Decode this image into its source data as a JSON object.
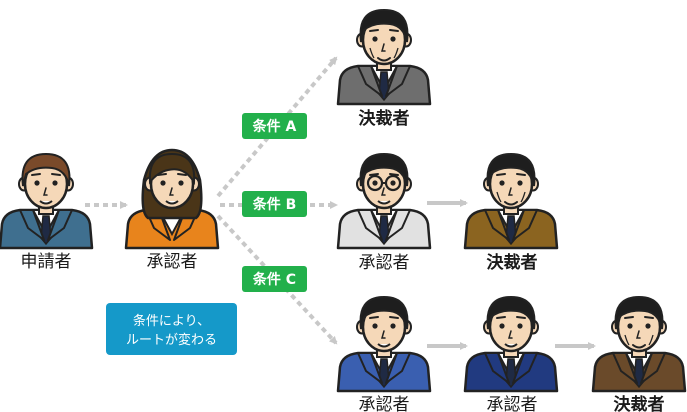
{
  "people": {
    "applicant": {
      "label": "申請者",
      "suit": "#3f6f8f",
      "hair": "#7a4a2a"
    },
    "approver1": {
      "label": "承認者",
      "suit": "#e8841c",
      "hair": "#4a3518"
    },
    "top_decider": {
      "label": "決裁者",
      "suit": "#6e6e6e",
      "hair": "#1e1e1e"
    },
    "b_approver": {
      "label": "承認者",
      "suit": "#e1e1e1",
      "hair": "#1e1e1e"
    },
    "b_decider": {
      "label": "決裁者",
      "suit": "#8b6420",
      "hair": "#1e1e1e"
    },
    "c_approver1": {
      "label": "承認者",
      "suit": "#3a5fb0",
      "hair": "#1e1e1e"
    },
    "c_approver2": {
      "label": "承認者",
      "suit": "#213a80",
      "hair": "#1e1e1e"
    },
    "c_decider": {
      "label": "決裁者",
      "suit": "#6a4a2a",
      "hair": "#1e1e1e"
    }
  },
  "conditions": {
    "a": "条件 A",
    "b": "条件 B",
    "c": "条件 C"
  },
  "note": {
    "line1": "条件により、",
    "line2": "ルートが変わる"
  },
  "colors": {
    "condition_badge": "#22b04b",
    "note_box": "#1599c9",
    "arrow": "#c8c8c8",
    "skin": "#f5d8b8"
  }
}
